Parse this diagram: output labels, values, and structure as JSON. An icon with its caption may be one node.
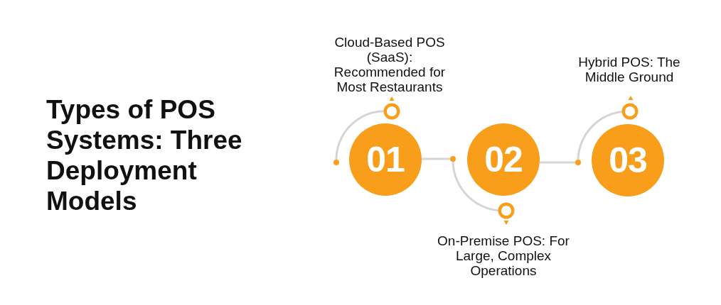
{
  "diagram": {
    "title": "Types of POS Systems: Three Deployment Models",
    "nodes": [
      {
        "text": [
          "01"
        ],
        "beside": [
          "Cloud-Based POS (SaaS): Recommended for Most Restaurants"
        ]
      },
      {
        "text": [
          "02"
        ],
        "beside": [
          "On-Premise POS: For Large, Complex Operations"
        ]
      },
      {
        "text": [
          "03"
        ],
        "beside": [
          "Hybrid POS: The Middle Ground"
        ]
      }
    ],
    "edges": [
      {
        "from": 0,
        "to": 1,
        "arrow": "none"
      },
      {
        "from": 1,
        "to": 2,
        "arrow": "none"
      }
    ]
  }
}
